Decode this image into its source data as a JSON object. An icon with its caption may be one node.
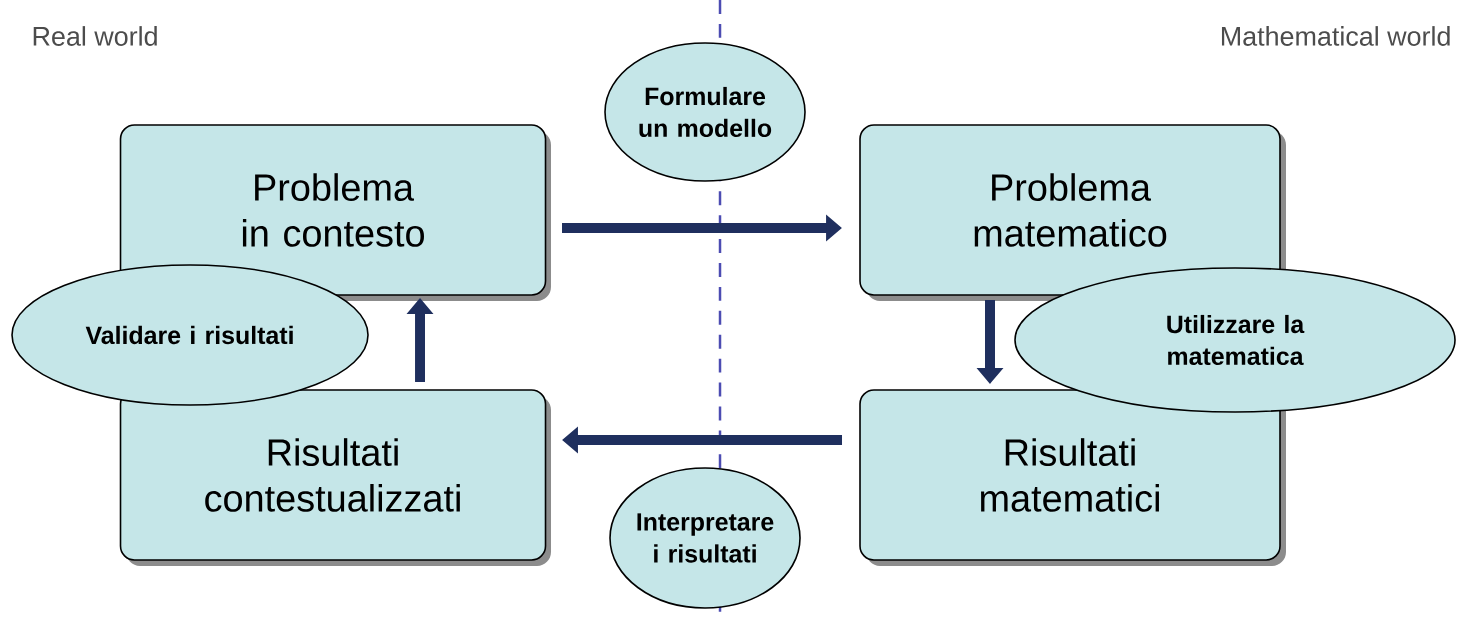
{
  "diagram": {
    "nodes": [
      {
        "text": [
          "Formulare un modello"
        ]
      },
      {
        "text": [
          "Problema in contesto"
        ]
      },
      {
        "text": [
          "Problema matematico"
        ]
      },
      {
        "text": [
          "Validare i risultati"
        ]
      },
      {
        "text": [
          "Utilizzare la matematica"
        ]
      },
      {
        "text": [
          "Risultati contestualizzati"
        ]
      },
      {
        "text": [
          "Risultati matematici"
        ]
      },
      {
        "text": [
          "Interpretare i risultati"
        ]
      }
    ],
    "edges": [
      {
        "from": 1,
        "to": 2,
        "arrow": "to"
      },
      {
        "from": 2,
        "to": 6,
        "arrow": "to"
      },
      {
        "from": 6,
        "to": 5,
        "arrow": "to"
      },
      {
        "from": 5,
        "to": 1,
        "arrow": "to"
      }
    ],
    "labels": [
      "Real world",
      "Mathematical world"
    ]
  }
}
